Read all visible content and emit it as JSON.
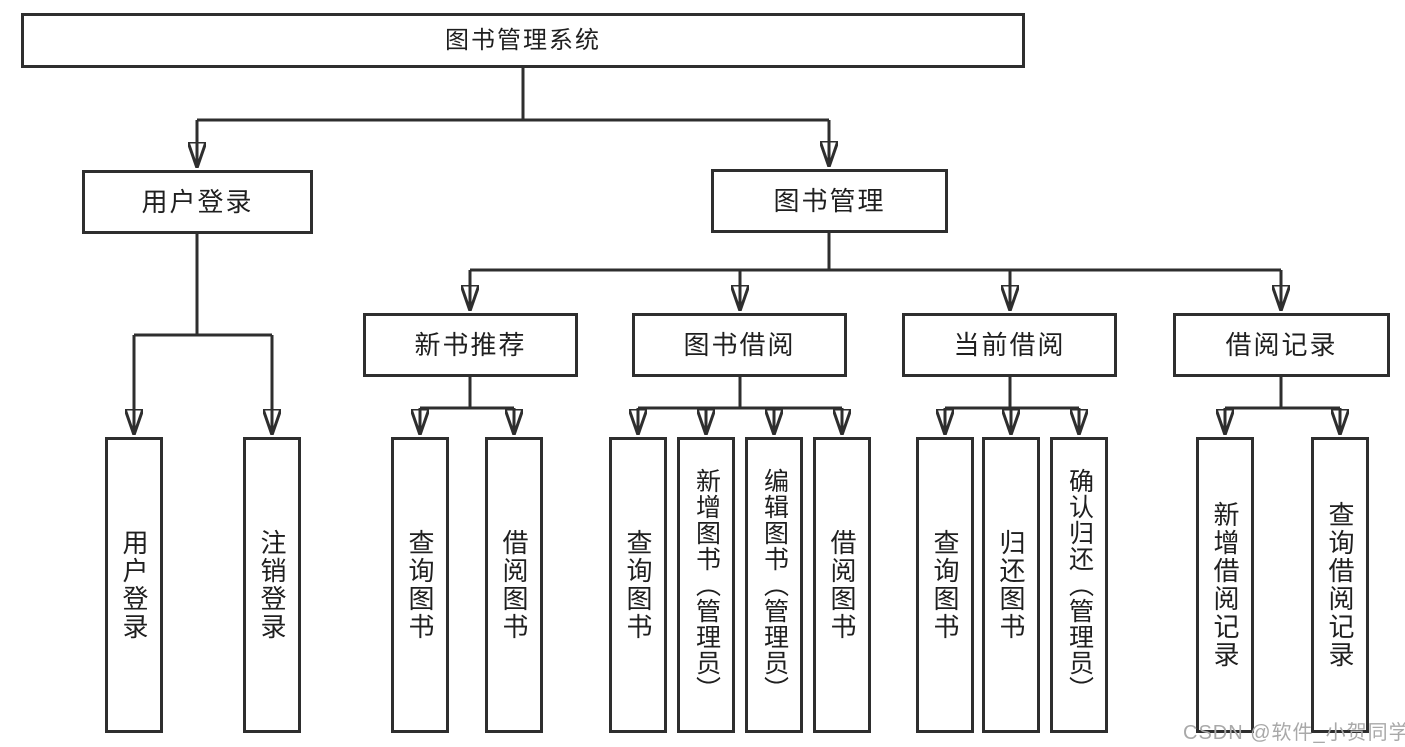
{
  "tree": {
    "label": "图书管理系统",
    "children": [
      {
        "label": "用户登录",
        "children": [
          {
            "label": "用户登录"
          },
          {
            "label": "注销登录"
          }
        ]
      },
      {
        "label": "图书管理",
        "children": [
          {
            "label": "新书推荐",
            "children": [
              {
                "label": "查询图书"
              },
              {
                "label": "借阅图书"
              }
            ]
          },
          {
            "label": "图书借阅",
            "children": [
              {
                "label": "查询图书"
              },
              {
                "label": "新增图书（管理员）"
              },
              {
                "label": "编辑图书（管理员）"
              },
              {
                "label": "借阅图书"
              }
            ]
          },
          {
            "label": "当前借阅",
            "children": [
              {
                "label": "查询图书"
              },
              {
                "label": "归还图书"
              },
              {
                "label": "确认归还（管理员）"
              }
            ]
          },
          {
            "label": "借阅记录",
            "children": [
              {
                "label": "新增借阅记录"
              },
              {
                "label": "查询借阅记录"
              }
            ]
          }
        ]
      }
    ]
  },
  "watermark": {
    "text": "CSDN @软件_小贺同学"
  },
  "colors": {
    "line_color": "#2e2e2e",
    "text_color": "#1f1f1f",
    "watermark_color": "#a9a9a9",
    "background": "#ffffff"
  }
}
